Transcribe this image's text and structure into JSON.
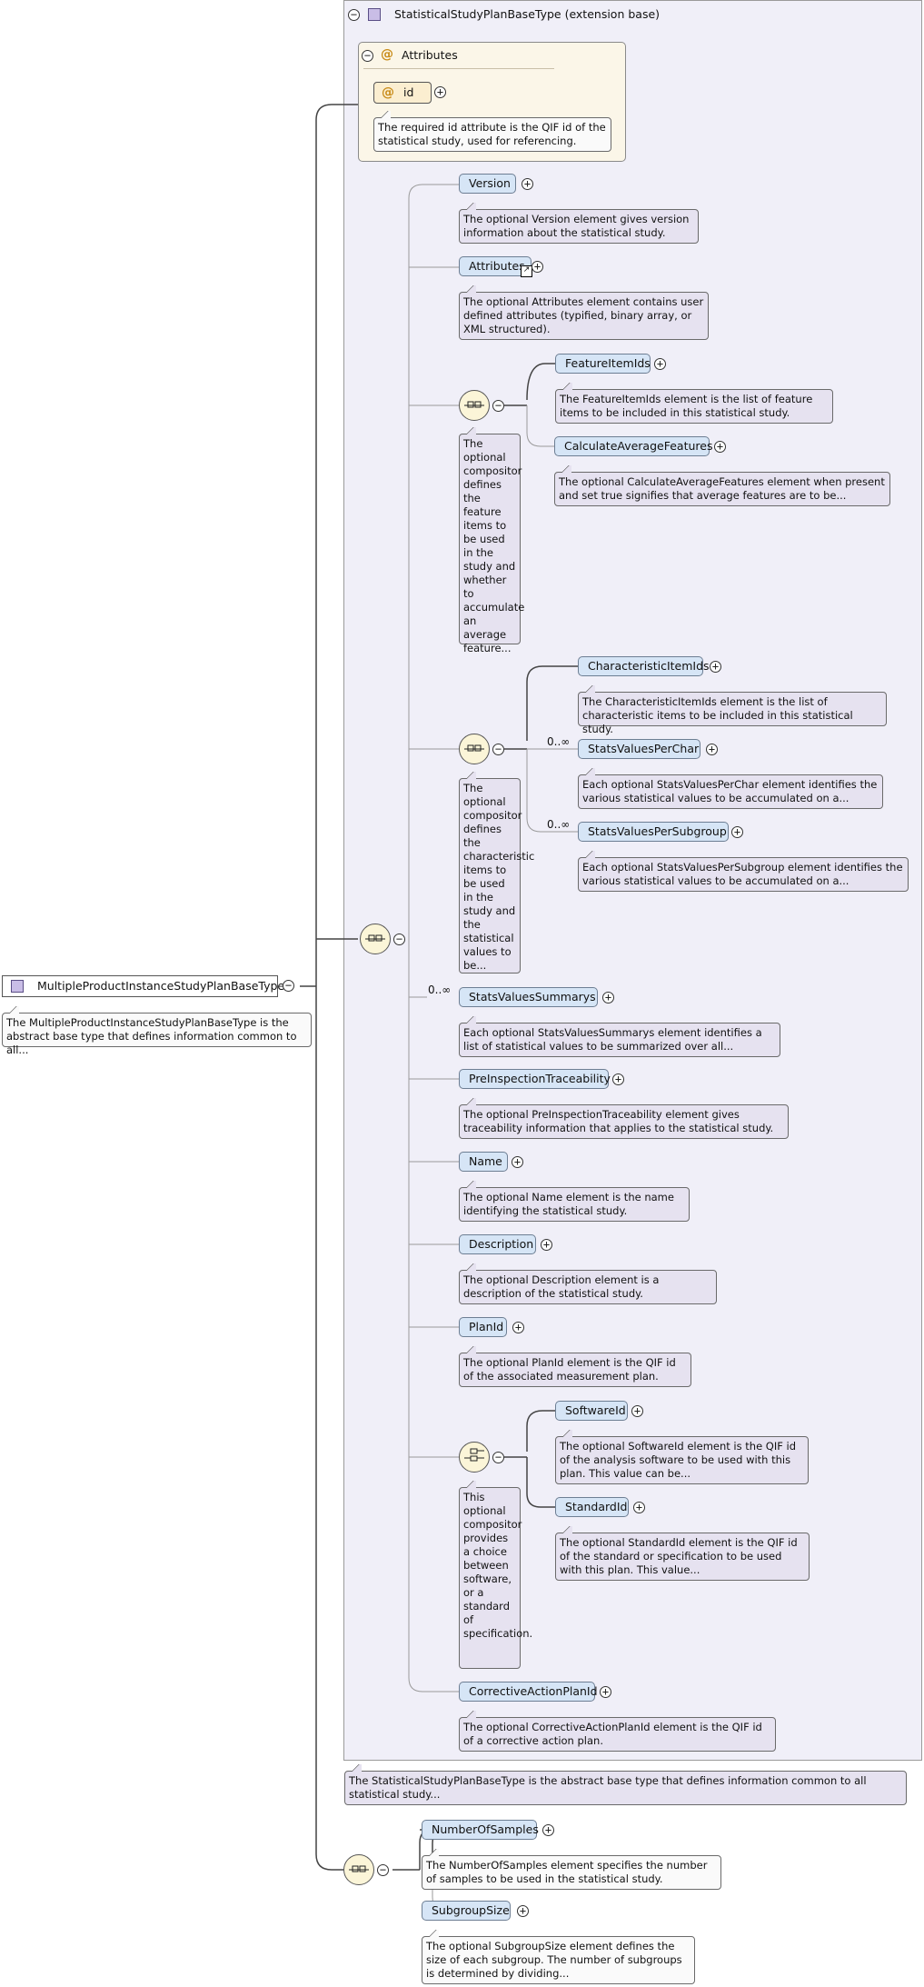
{
  "root": {
    "name": "MultipleProductInstanceStudyPlanBaseType",
    "doc": "The MultipleProductInstanceStudyPlanBaseType is the abstract base type that defines information common to all..."
  },
  "extension": {
    "title": "StatisticalStudyPlanBaseType (extension base)",
    "doc": "The StatisticalStudyPlanBaseType is the abstract base type that defines information common to all statistical study..."
  },
  "attributes": {
    "title": "Attributes",
    "id_label": "id",
    "id_doc": "The required id attribute is the QIF id of the statistical study, used for referencing."
  },
  "elements": {
    "version": {
      "name": "Version",
      "doc": "The optional Version element gives version information about the statistical study."
    },
    "attributes_el": {
      "name": "Attributes",
      "doc": "The optional Attributes element contains user defined attributes (typified, binary array, or XML structured)."
    },
    "feature_item_ids": {
      "name": "FeatureItemIds",
      "doc": "The FeatureItemIds element is the list of feature items to be included in this statistical study."
    },
    "calculate_average_features": {
      "name": "CalculateAverageFeatures",
      "doc": "The optional CalculateAverageFeatures element when present and set true signifies that average features are to be..."
    },
    "characteristic_item_ids": {
      "name": "CharacteristicItemIds",
      "doc": "The CharacteristicItemIds element is the list of characteristic items to be included in this statistical study."
    },
    "stats_values_per_char": {
      "name": "StatsValuesPerChar",
      "occurs": "0..∞",
      "doc": "Each optional StatsValuesPerChar element identifies the various statistical values to be accumulated on a..."
    },
    "stats_values_per_subgroup": {
      "name": "StatsValuesPerSubgroup",
      "occurs": "0..∞",
      "doc": "Each optional StatsValuesPerSubgroup element identifies the various statistical values to be accumulated on a..."
    },
    "stats_values_summarys": {
      "name": "StatsValuesSummarys",
      "occurs": "0..∞",
      "doc": "Each optional StatsValuesSummarys element identifies a list of statistical values to be summarized over all..."
    },
    "pre_inspection_traceability": {
      "name": "PreInspectionTraceability",
      "doc": "The optional PreInspectionTraceability element gives traceability information that applies to the statistical study."
    },
    "name": {
      "name": "Name",
      "doc": "The optional Name element is the name identifying the statistical study."
    },
    "description": {
      "name": "Description",
      "doc": "The optional Description element is a description of the statistical study."
    },
    "plan_id": {
      "name": "PlanId",
      "doc": "The optional PlanId element is the QIF id of the associated measurement plan."
    },
    "software_id": {
      "name": "SoftwareId",
      "doc": "The optional SoftwareId element is the QIF id of the analysis software to be used with this plan. This value can be..."
    },
    "standard_id": {
      "name": "StandardId",
      "doc": "The optional StandardId element is the QIF id of the standard or specification to be used with this plan. This value..."
    },
    "corrective_action_plan_id": {
      "name": "CorrectiveActionPlanId",
      "doc": "The optional CorrectiveActionPlanId element is the QIF id of a corrective action plan."
    },
    "number_of_samples": {
      "name": "NumberOfSamples",
      "doc": "The NumberOfSamples element specifies the number of samples to be used in the statistical study."
    },
    "subgroup_size": {
      "name": "SubgroupSize",
      "doc": "The optional SubgroupSize element defines the size of each subgroup. The number of subgroups is determined by dividing..."
    }
  },
  "compositors": {
    "features_doc": "The optional compositor defines the feature items to be used in the study and whether to accumulate an average feature...",
    "characteristics_doc": "The optional compositor defines the characteristic items to be used in the study and the statistical values to be...",
    "choice_doc": "This optional compositor provides a choice between software, or a standard of specification."
  },
  "icons": {
    "expand": "+",
    "collapse": "−",
    "reference": "↗",
    "attribute": "@"
  }
}
